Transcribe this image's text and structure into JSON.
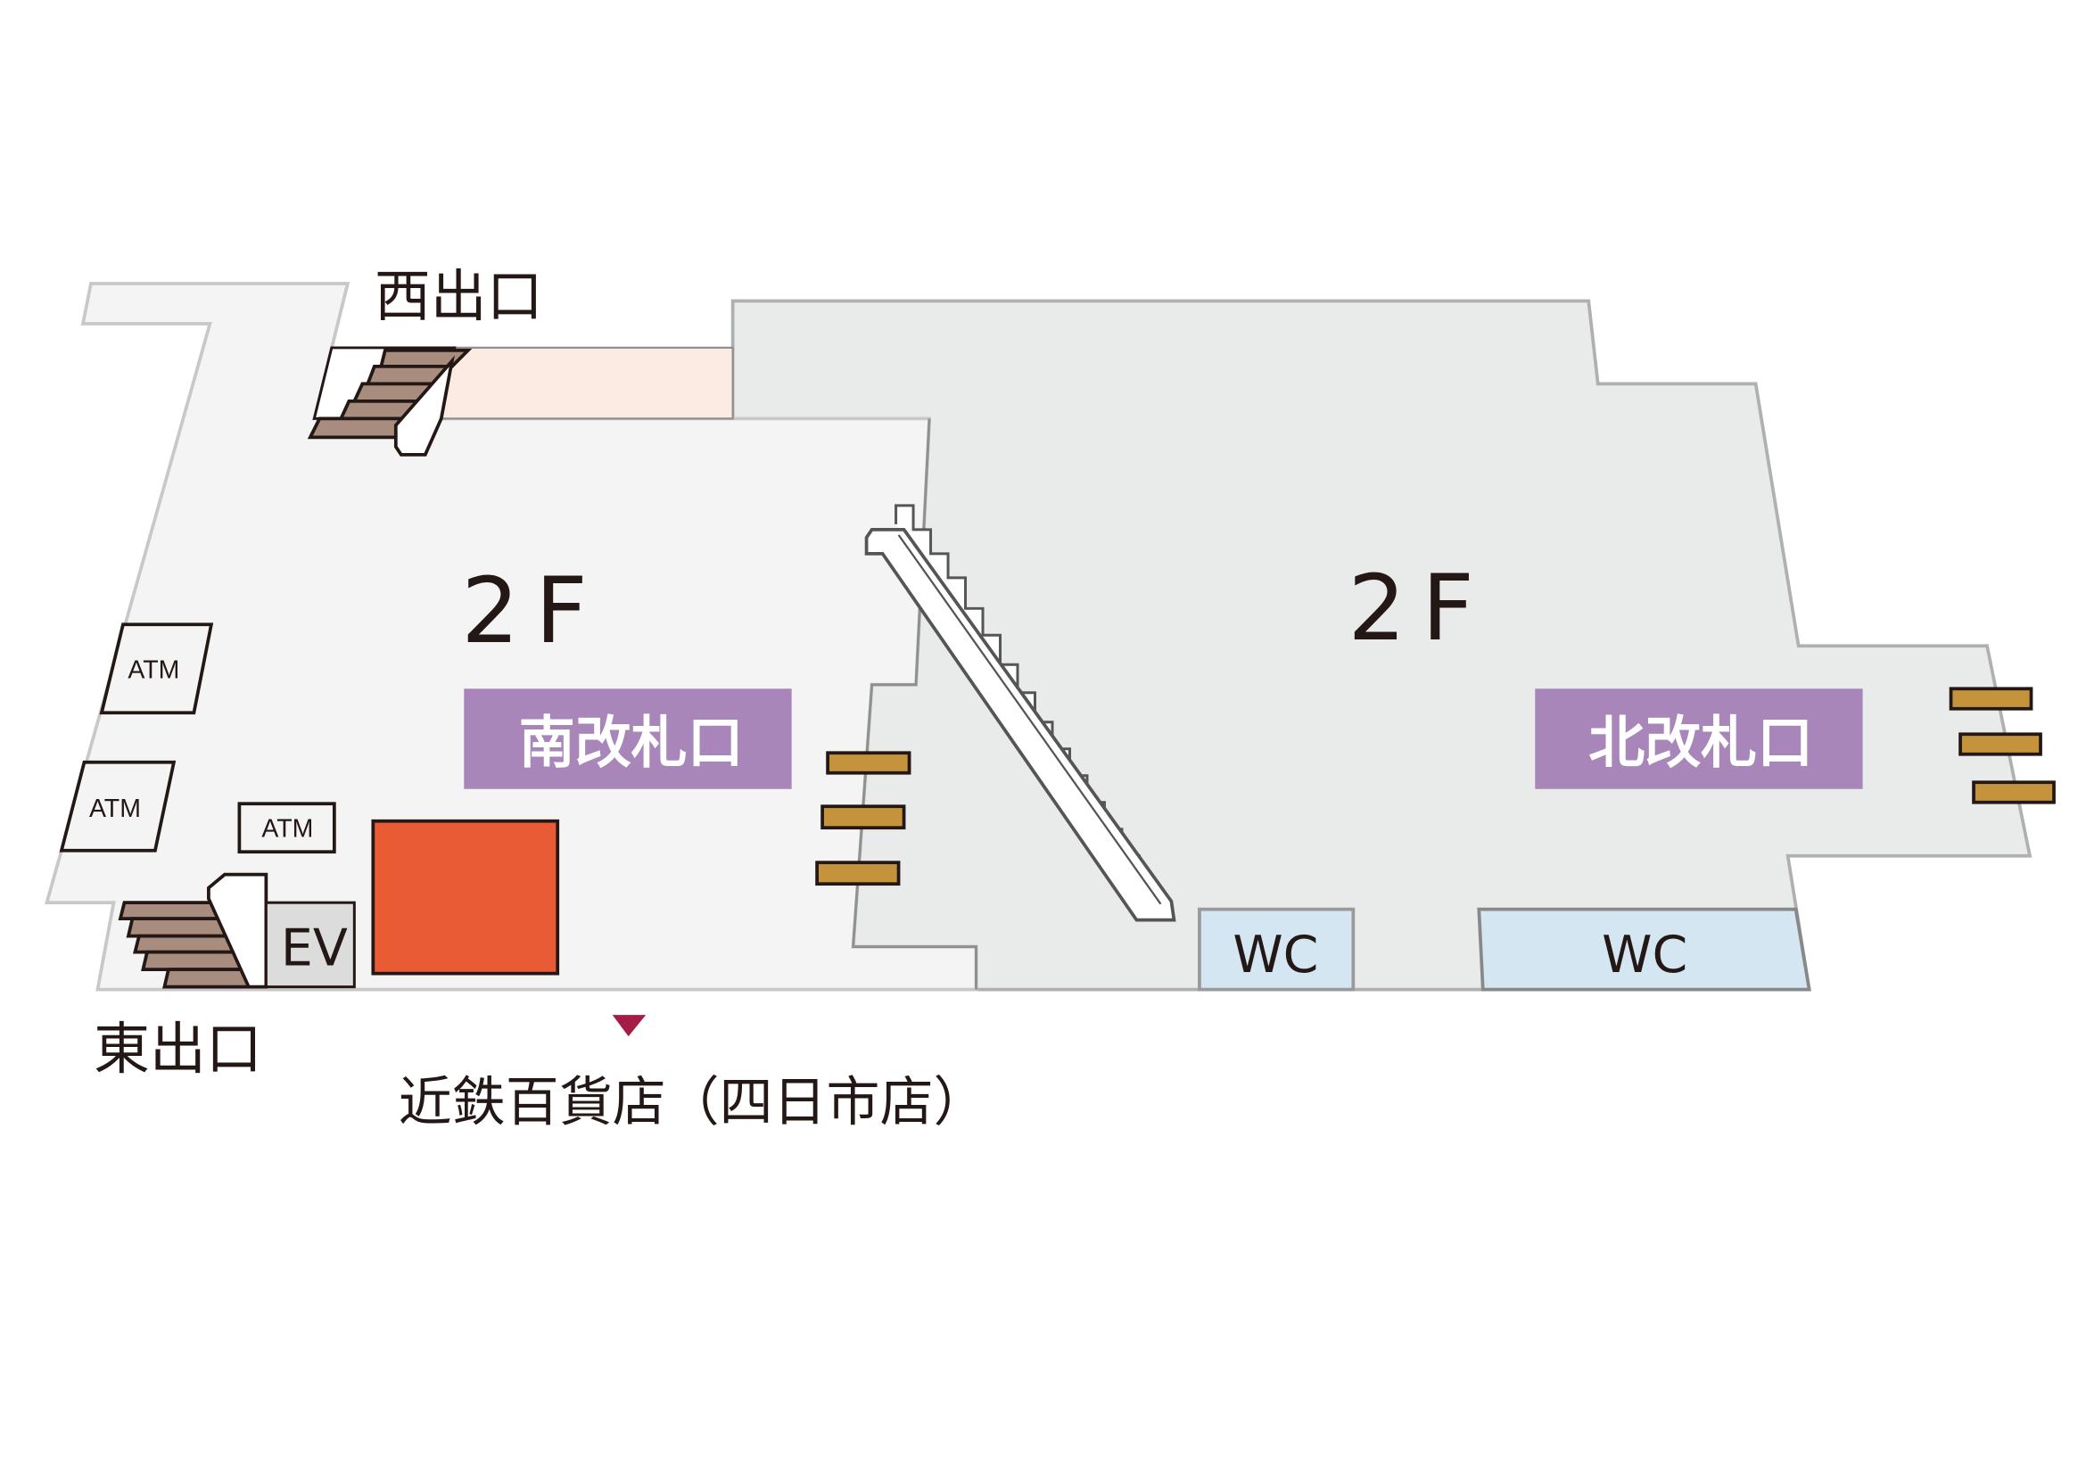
{
  "map": {
    "floor_labels": [
      "2F",
      "2F"
    ],
    "gates": {
      "south": "南改札口",
      "north": "北改札口"
    },
    "exits": {
      "west": "西出口",
      "east": "東出口"
    },
    "atm_label": "ATM",
    "elevator_label": "EV",
    "restroom_label": "WC",
    "connection": "近鉄百貨店（四日市店）",
    "colors": {
      "gate": "#a886b9",
      "stairs": "#a88c7d",
      "ticket_gate_bar": "#c4933b",
      "shop_block": "#e95b35",
      "restroom": "#d4e6f2",
      "marker": "#a51c45"
    }
  }
}
